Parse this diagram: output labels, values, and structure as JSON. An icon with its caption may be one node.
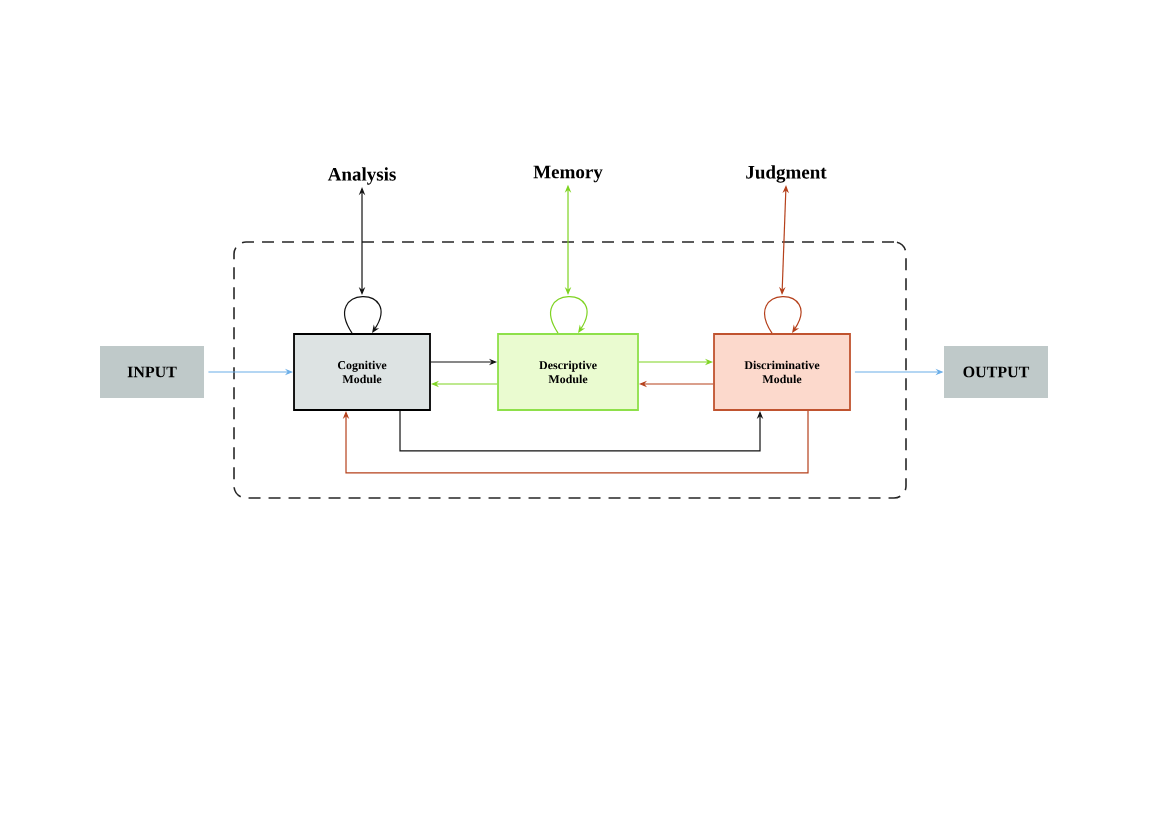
{
  "diagram": {
    "nodes": [
      {
        "text": [],
        "shape": "box"
      },
      {
        "text": [
          "INPUT"
        ]
      },
      {
        "text": [
          "Cognitive Module"
        ],
        "in": 0
      },
      {
        "text": [
          "Descriptive Module"
        ],
        "in": 0
      },
      {
        "text": [
          "Discriminative Module"
        ],
        "in": 0
      },
      {
        "text": [
          "OUTPUT"
        ]
      },
      {
        "text": [
          "Analysis"
        ]
      },
      {
        "text": [
          "Memory"
        ]
      },
      {
        "text": [
          "Judgment"
        ]
      }
    ],
    "edges": [
      {
        "from": 1,
        "to": 2,
        "arrow": "to",
        "color": "#6aaee8"
      },
      {
        "from": 6,
        "to": 2,
        "arrow": "both",
        "color": "#111111"
      },
      {
        "from": 2,
        "to": 2,
        "arrow": "to",
        "color": "#111111"
      },
      {
        "from": 7,
        "to": 3,
        "arrow": "both",
        "color": "#7ed321"
      },
      {
        "from": 3,
        "to": 3,
        "arrow": "to",
        "color": "#7ed321"
      },
      {
        "from": 8,
        "to": 4,
        "arrow": "both",
        "color": "#b5401b"
      },
      {
        "from": 4,
        "to": 4,
        "arrow": "to",
        "color": "#b5401b"
      },
      {
        "from": 2,
        "to": 3,
        "arrow": "to",
        "color": "#111111"
      },
      {
        "from": 3,
        "to": 2,
        "arrow": "to",
        "color": "#7ed321"
      },
      {
        "from": 3,
        "to": 4,
        "arrow": "to",
        "color": "#7ed321"
      },
      {
        "from": 4,
        "to": 3,
        "arrow": "to",
        "color": "#b5401b"
      },
      {
        "from": 2,
        "to": 4,
        "arrow": "to",
        "color": "#111111"
      },
      {
        "from": 4,
        "to": 2,
        "arrow": "to",
        "color": "#b5401b"
      },
      {
        "from": 4,
        "to": 5,
        "arrow": "to",
        "color": "#6aaee8"
      }
    ]
  }
}
